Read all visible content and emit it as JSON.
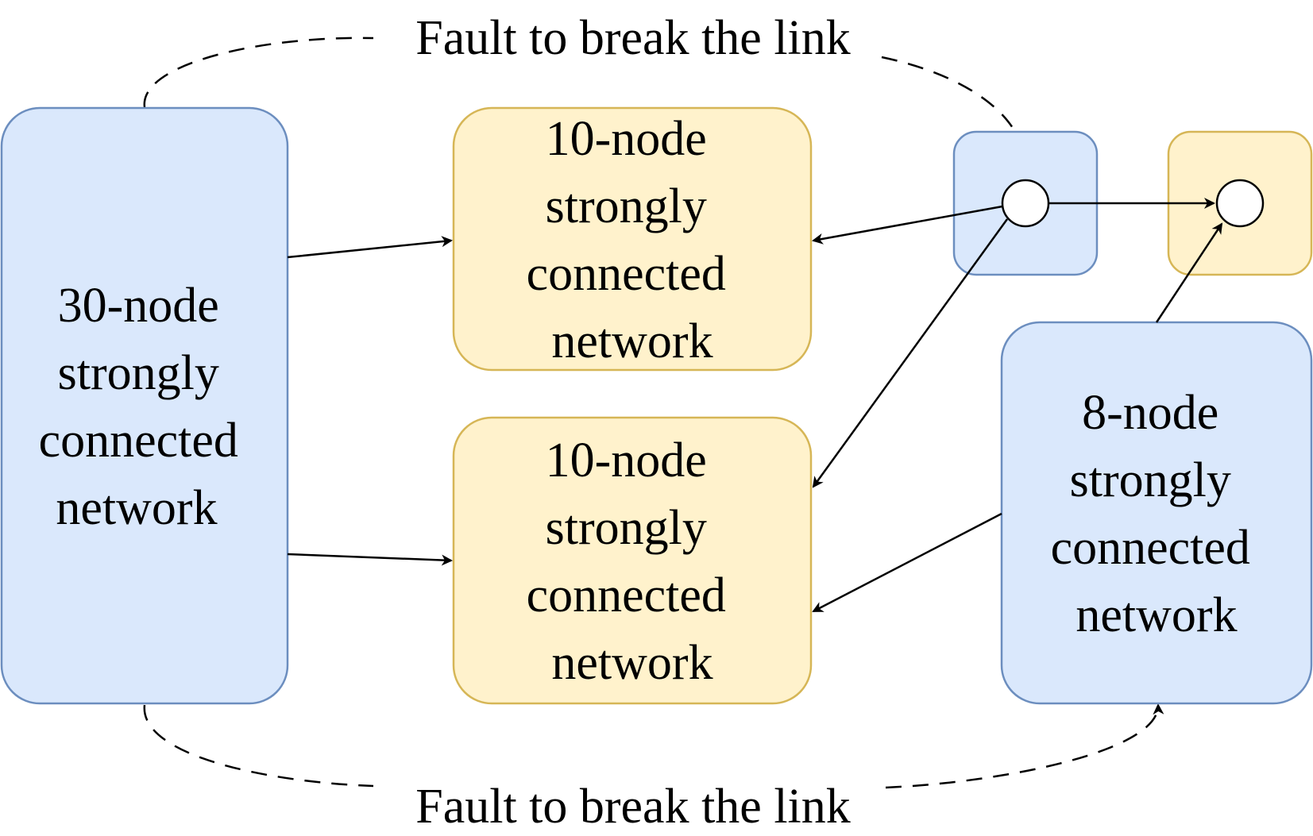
{
  "nodes": {
    "net30": {
      "lines": [
        "30-node",
        "strongly",
        "connected",
        "network"
      ],
      "color": "blue"
    },
    "net10_top": {
      "lines": [
        "10-node",
        "strongly",
        "connected",
        "network"
      ],
      "color": "yellow"
    },
    "net10_bottom": {
      "lines": [
        "10-node",
        "strongly",
        "connected",
        "network"
      ],
      "color": "yellow"
    },
    "net8": {
      "lines": [
        "8-node",
        "strongly",
        "connected",
        "network"
      ],
      "color": "blue"
    },
    "single_blue": {
      "lines": [],
      "color": "blue"
    },
    "single_yellow": {
      "lines": [],
      "color": "yellow"
    }
  },
  "fault_labels": {
    "top": "Fault to break the link",
    "bottom": "Fault to break the link"
  },
  "colors": {
    "blue_fill": "#dae8fc",
    "blue_stroke": "#6c8ebf",
    "yellow_fill": "#fff2cc",
    "yellow_stroke": "#d6b656"
  }
}
